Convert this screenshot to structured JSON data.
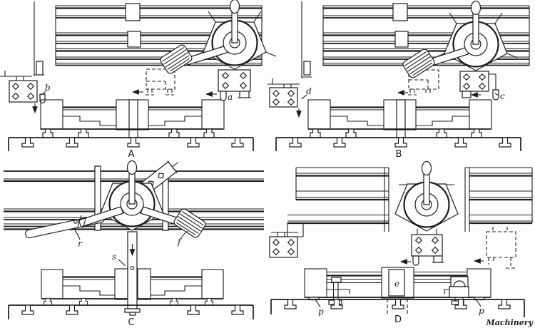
{
  "figure": {
    "credit": "Machinery",
    "panel_a": {
      "letter": "A",
      "parts": {
        "b": "b",
        "a": "a"
      }
    },
    "panel_b": {
      "letter": "B",
      "parts": {
        "d": "d",
        "c": "c"
      }
    },
    "panel_c": {
      "letter": "C",
      "parts": {
        "r": "r",
        "s": "s",
        "f": "f"
      }
    },
    "panel_d": {
      "letter": "D",
      "parts": {
        "e": "e",
        "p_left": "p",
        "p_right": "p"
      }
    }
  },
  "colors": {
    "ink": "#1c1c1c",
    "paper": "#ffffff"
  }
}
